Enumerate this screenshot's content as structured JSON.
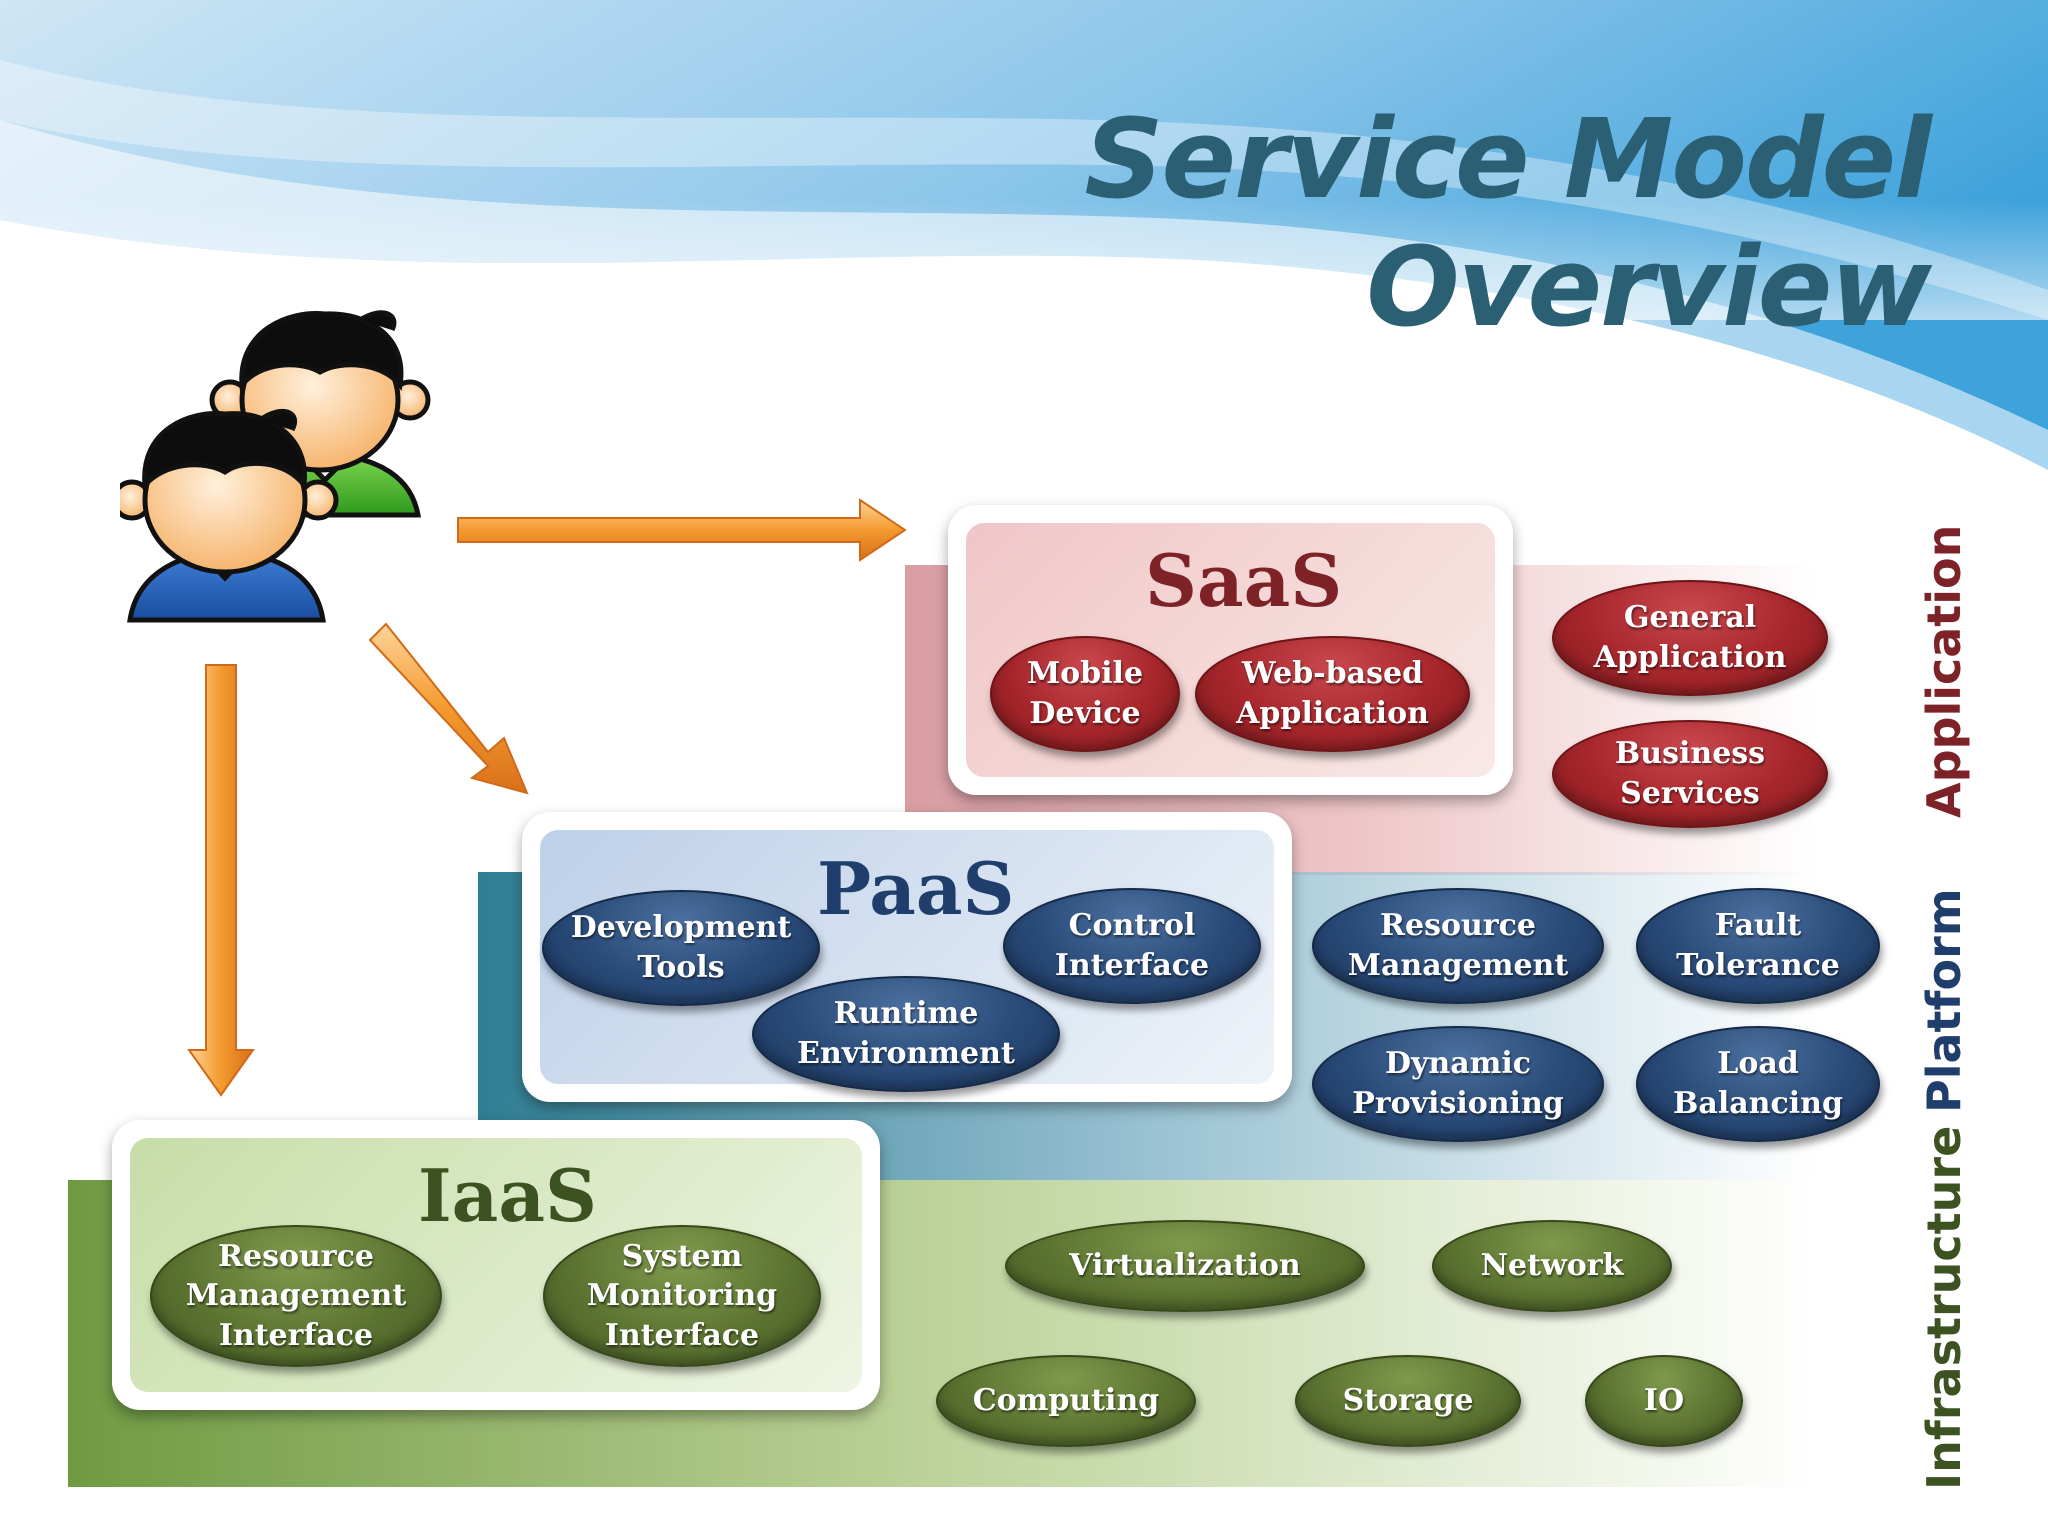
{
  "title": "Service Model Overview",
  "layers": {
    "application": "Application",
    "platform": "Platform",
    "infrastructure": "Infrastructure"
  },
  "saas": {
    "title": "SaaS",
    "items": [
      "Mobile Device",
      "Web-based Application"
    ],
    "extra": [
      "General Application",
      "Business Services"
    ]
  },
  "paas": {
    "title": "PaaS",
    "items": [
      "Development Tools",
      "Control Interface",
      "Runtime Environment"
    ],
    "extra": [
      "Resource Management",
      "Fault Tolerance",
      "Dynamic Provisioning",
      "Load Balancing"
    ]
  },
  "iaas": {
    "title": "IaaS",
    "items": [
      "Resource Management Interface",
      "System Monitoring Interface"
    ],
    "extra": [
      "Virtualization",
      "Network",
      "Computing",
      "Storage",
      "IO"
    ]
  },
  "colors": {
    "title": "#2a5f74",
    "saas": "#a6262b",
    "paas": "#294a78",
    "iaas": "#5c7431",
    "arrow": "#f0922a"
  },
  "icons": [
    "users-icon",
    "arrow-to-saas",
    "arrow-to-paas",
    "arrow-to-iaas"
  ]
}
